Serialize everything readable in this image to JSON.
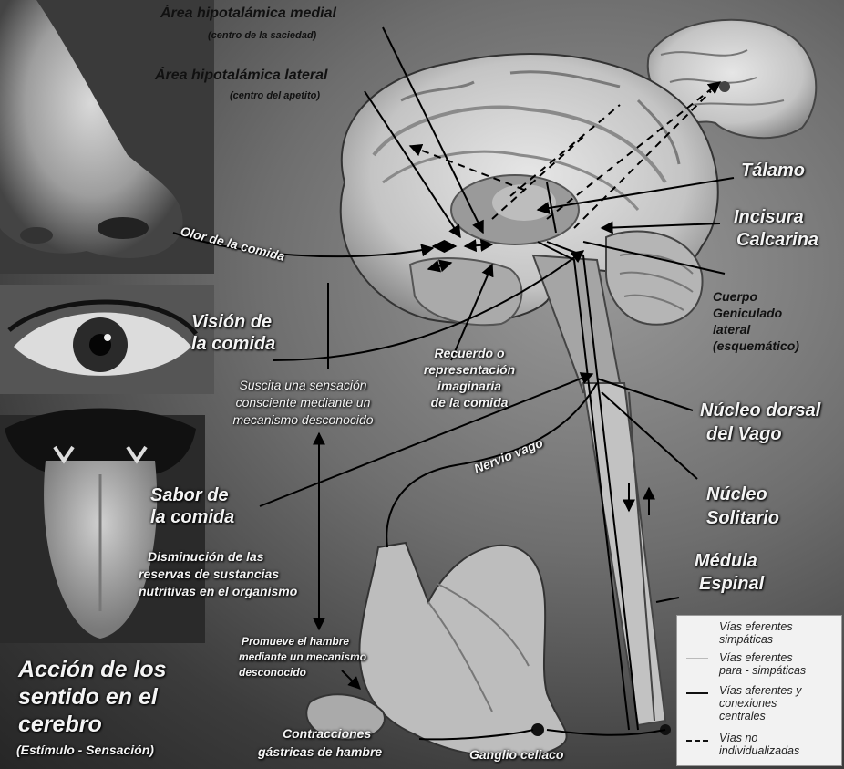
{
  "labels": {
    "area_medial": "Área hipotalámica medial",
    "area_medial_sub": "(centro de la saciedad)",
    "area_lateral": "Área hipotalámica lateral",
    "area_lateral_sub": "(centro del apetito)",
    "talamo": "Tálamo",
    "incisura_1": "Incisura",
    "incisura_2": "Calcarina",
    "cuerpo_1": "Cuerpo",
    "cuerpo_2": "Geniculado",
    "cuerpo_3": "lateral",
    "cuerpo_4": "(esquemático)",
    "olor": "Olor de la comida",
    "vision_1": "Visión de",
    "vision_2": "la comida",
    "recuerdo_1": "Recuerdo o",
    "recuerdo_2": "representación",
    "recuerdo_3": "imaginaria",
    "recuerdo_4": "de la comida",
    "suscita_1": "Suscita una sensación",
    "suscita_2": "consciente mediante un",
    "suscita_3": "mecanismo desconocido",
    "nucleo_dorsal_1": "Núcleo dorsal",
    "nucleo_dorsal_2": "del Vago",
    "nervio_vago": "Nervio vago",
    "sabor_1": "Sabor de",
    "sabor_2": "la comida",
    "nucleo_solitario_1": "Núcleo",
    "nucleo_solitario_2": "Solitario",
    "medula_1": "Médula",
    "medula_2": "Espinal",
    "disminucion_1": "Disminución de las",
    "disminucion_2": "reservas de sustancias",
    "disminucion_3": "nutritivas en el organismo",
    "promueve_1": "Promueve el hambre",
    "promueve_2": "mediante un mecanismo",
    "promueve_3": "desconocido",
    "contracciones_1": "Contracciones",
    "contracciones_2": "gástricas de hambre",
    "ganglio": "Ganglio celiaco",
    "title_1": "Acción de los",
    "title_2": "sentido en el",
    "title_3": "cerebro",
    "title_4": "(Estímulo - Sensación)"
  },
  "legend": [
    {
      "text_1": "Vías eferentes",
      "text_2": "simpáticas",
      "style": "thin-gray"
    },
    {
      "text_1": "Vías eferentes",
      "text_2": "para - simpáticas",
      "style": "thin-light"
    },
    {
      "text_1": "Vías aferentes y",
      "text_2": "conexiones",
      "text_3": "centrales",
      "style": "solid-black"
    },
    {
      "text_1": "Vías no",
      "text_2": "individualizadas",
      "style": "dashed"
    }
  ]
}
